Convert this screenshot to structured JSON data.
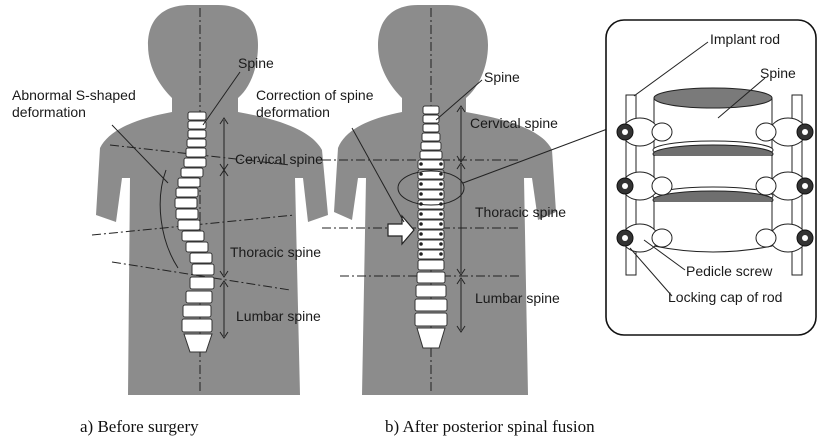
{
  "labels": {
    "abnormal": [
      "Abnormal S-shaped",
      "deformation"
    ],
    "spine_a": "Spine",
    "cervical_a": "Cervical spine",
    "thoracic_a": "Thoracic spine",
    "lumbar_a": "Lumbar spine",
    "correction": [
      "Correction of spine",
      "deformation"
    ],
    "spine_b": "Spine",
    "cervical_b": "Cervical spine",
    "thoracic_b": "Thoracic spine",
    "lumbar_b": "Lumbar spine",
    "implant_rod": "Implant rod",
    "spine_c": "Spine",
    "pedicle_screw": "Pedicle screw",
    "locking_cap": "Locking cap of rod"
  },
  "captions": {
    "a": "a) Before surgery",
    "b": "b) After posterior spinal fusion"
  },
  "colors": {
    "silhouette": "#8c8c8c",
    "line": "#222222",
    "vertebra": "#ffffff"
  }
}
